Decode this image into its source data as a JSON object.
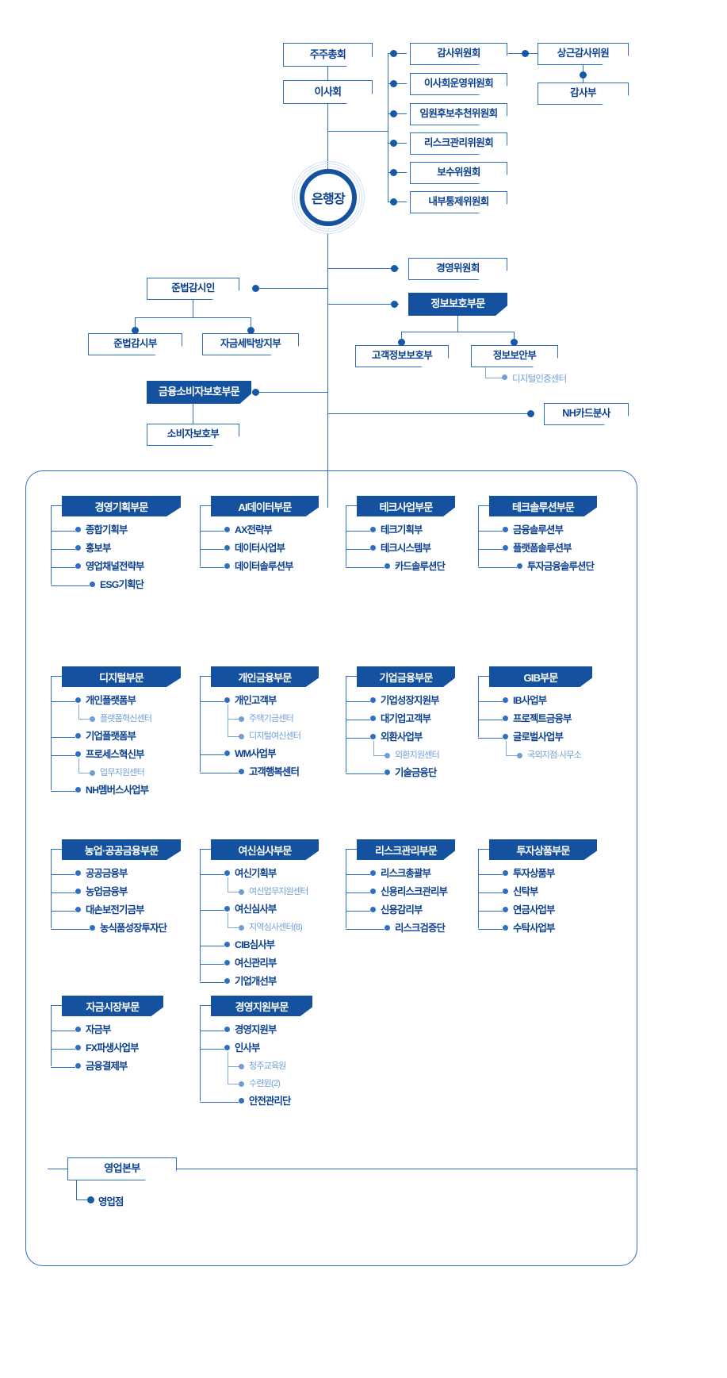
{
  "meta": {
    "title": "조직도",
    "colors": {
      "navy": "#14529f",
      "line": "#2e6fc0",
      "text": "#0b3f8f",
      "light_text": "#6f9fd4",
      "white": "#ffffff"
    }
  },
  "top": {
    "shareholders_meeting": "주주총회",
    "board_of_directors": "이사회",
    "ceo": "은행장",
    "committees": [
      "감사위원회",
      "이사회운영위원회",
      "임원후보추천위원회",
      "리스크관리위원회",
      "보수위원회",
      "내부통제위원회"
    ],
    "standing_auditor": "상근감사위원",
    "audit_dept": "감사부"
  },
  "middle": {
    "management_committee": "경영위원회",
    "compliance_officer": "준법감시인",
    "compliance_children": [
      "준법감시부",
      "자금세탁방지부"
    ],
    "infosec_division": "정보보호부문",
    "infosec_children": [
      "고객정보보호부",
      "정보보안부"
    ],
    "infosec_grandchild": "디지털인증센터",
    "consumer_protection_division": "금융소비자보호부문",
    "consumer_protection_child": "소비자보호부",
    "nh_card_branch": "NH카드분사"
  },
  "divisions": [
    {
      "name": "경영기획부문",
      "items": [
        {
          "label": "종합기획부",
          "level": 1
        },
        {
          "label": "홍보부",
          "level": 1
        },
        {
          "label": "영업채널전략부",
          "level": 1
        },
        {
          "label": "ESG기획단",
          "level": 2
        }
      ]
    },
    {
      "name": "AI데이터부문",
      "items": [
        {
          "label": "AX전략부",
          "level": 1
        },
        {
          "label": "데이터사업부",
          "level": 1
        },
        {
          "label": "데이터솔루션부",
          "level": 1
        }
      ]
    },
    {
      "name": "테크사업부문",
      "items": [
        {
          "label": "테크기획부",
          "level": 1
        },
        {
          "label": "테크시스템부",
          "level": 1
        },
        {
          "label": "카드솔루션단",
          "level": 2
        }
      ]
    },
    {
      "name": "테크솔루션부문",
      "items": [
        {
          "label": "금융솔루션부",
          "level": 1
        },
        {
          "label": "플랫폼솔루션부",
          "level": 1
        },
        {
          "label": "투자금융솔루션단",
          "level": 2
        }
      ]
    },
    {
      "name": "디지털부문",
      "items": [
        {
          "label": "개인플랫폼부",
          "level": 1
        },
        {
          "label": "플랫폼혁신센터",
          "level": 3
        },
        {
          "label": "기업플랫폼부",
          "level": 1
        },
        {
          "label": "프로세스혁신부",
          "level": 1
        },
        {
          "label": "업무지원센터",
          "level": 3
        },
        {
          "label": "NH멤버스사업부",
          "level": 1
        }
      ]
    },
    {
      "name": "개인금융부문",
      "items": [
        {
          "label": "개인고객부",
          "level": 1
        },
        {
          "label": "주택기금센터",
          "level": 3
        },
        {
          "label": "디지털여신센터",
          "level": 3
        },
        {
          "label": "WM사업부",
          "level": 1
        },
        {
          "label": "고객행복센터",
          "level": 2
        }
      ]
    },
    {
      "name": "기업금융부문",
      "items": [
        {
          "label": "기업성장지원부",
          "level": 1
        },
        {
          "label": "대기업고객부",
          "level": 1
        },
        {
          "label": "외환사업부",
          "level": 1
        },
        {
          "label": "외환지원센터",
          "level": 3
        },
        {
          "label": "기술금융단",
          "level": 2
        }
      ]
    },
    {
      "name": "GIB부문",
      "items": [
        {
          "label": "IB사업부",
          "level": 1
        },
        {
          "label": "프로젝트금융부",
          "level": 1
        },
        {
          "label": "글로벌사업부",
          "level": 1
        },
        {
          "label": "국외지점·사무소",
          "level": 3
        }
      ]
    },
    {
      "name": "농업·공공금융부문",
      "items": [
        {
          "label": "공공금융부",
          "level": 1
        },
        {
          "label": "농업금융부",
          "level": 1
        },
        {
          "label": "대손보전기금부",
          "level": 1
        },
        {
          "label": "농식품성장투자단",
          "level": 2
        }
      ]
    },
    {
      "name": "여신심사부문",
      "items": [
        {
          "label": "여신기획부",
          "level": 1
        },
        {
          "label": "여신업무지원센터",
          "level": 3
        },
        {
          "label": "여신심사부",
          "level": 1
        },
        {
          "label": "지역심사센터(8)",
          "level": 3
        },
        {
          "label": "CIB심사부",
          "level": 1
        },
        {
          "label": "여신관리부",
          "level": 1
        },
        {
          "label": "기업개선부",
          "level": 1
        }
      ]
    },
    {
      "name": "리스크관리부문",
      "items": [
        {
          "label": "리스크총괄부",
          "level": 1
        },
        {
          "label": "신용리스크관리부",
          "level": 1
        },
        {
          "label": "신용감리부",
          "level": 1
        },
        {
          "label": "리스크검증단",
          "level": 2
        }
      ]
    },
    {
      "name": "투자상품부문",
      "items": [
        {
          "label": "투자상품부",
          "level": 1
        },
        {
          "label": "신탁부",
          "level": 1
        },
        {
          "label": "연금사업부",
          "level": 1
        },
        {
          "label": "수탁사업부",
          "level": 1
        }
      ]
    },
    {
      "name": "자금시장부문",
      "items": [
        {
          "label": "자금부",
          "level": 1
        },
        {
          "label": "FX파생사업부",
          "level": 1
        },
        {
          "label": "금융결제부",
          "level": 1
        }
      ]
    },
    {
      "name": "경영지원부문",
      "items": [
        {
          "label": "경영지원부",
          "level": 1
        },
        {
          "label": "인사부",
          "level": 1
        },
        {
          "label": "청주교육원",
          "level": 3
        },
        {
          "label": "수련원(2)",
          "level": 3
        },
        {
          "label": "안전관리단",
          "level": 2
        }
      ]
    }
  ],
  "bottom": {
    "sales_hq": "영업본부",
    "branch": "영업점"
  }
}
